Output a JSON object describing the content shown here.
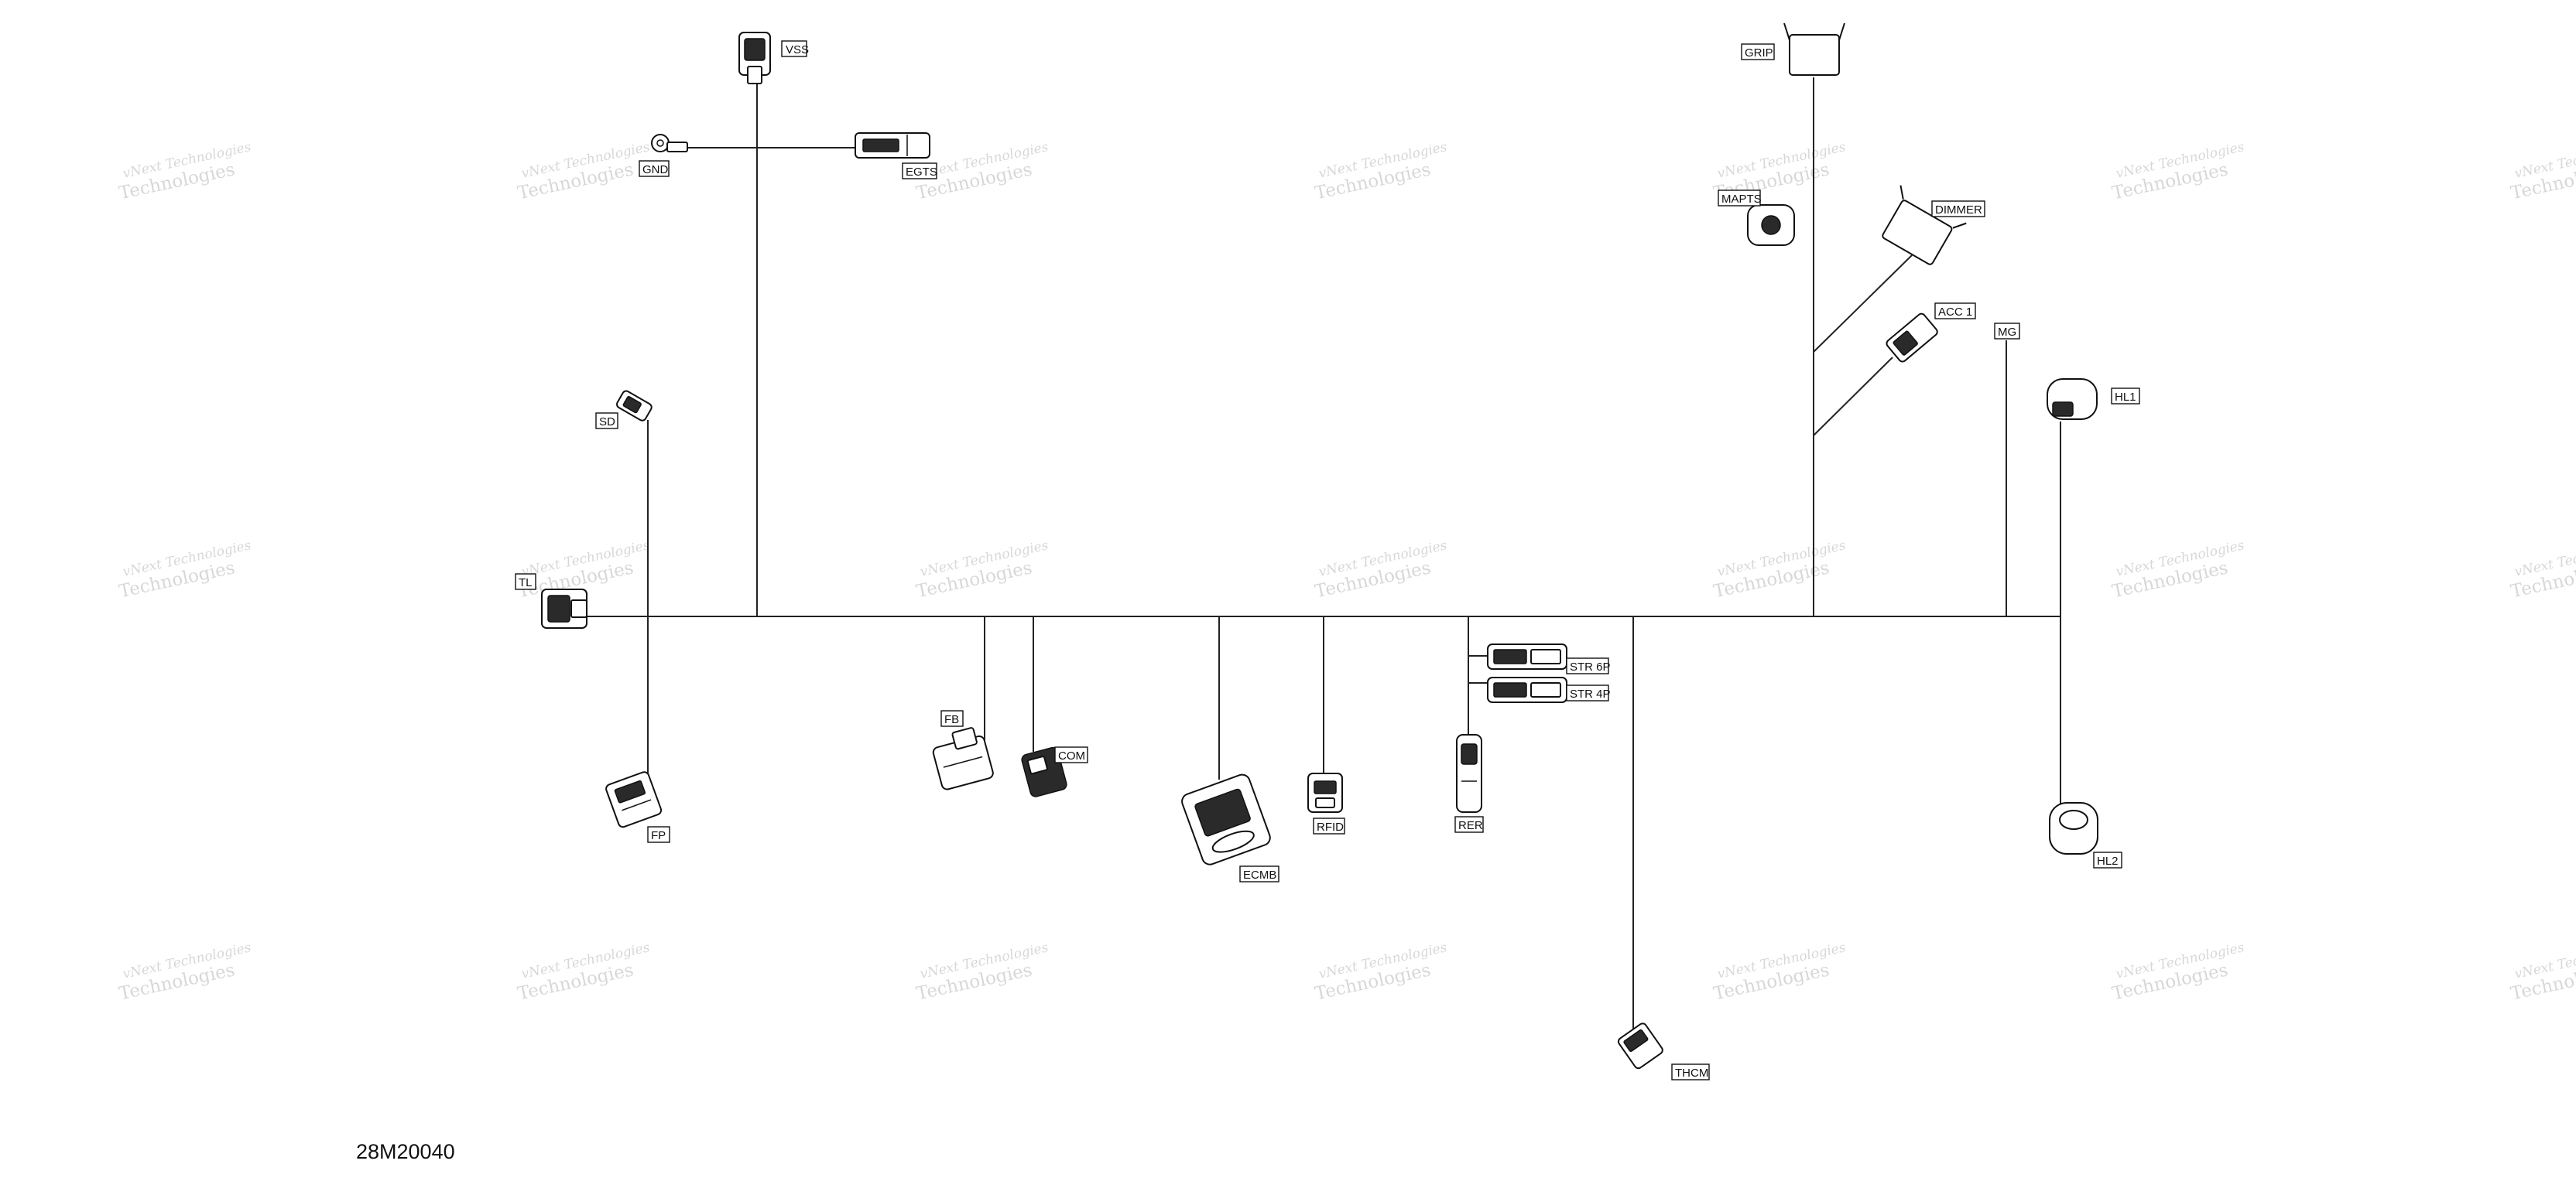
{
  "diagram_id": "28M20040",
  "watermark": {
    "line1": "vNext Technologies",
    "line2": "Technologies"
  },
  "connectors": {
    "VSS": "VSS",
    "GND": "GND",
    "EGTS": "EGTS",
    "SD": "SD",
    "TL": "TL",
    "FP": "FP",
    "FB": "FB",
    "COM": "COM",
    "ECMB": "ECMB",
    "RFID": "RFID",
    "RER": "RER",
    "STR6P": "STR 6P",
    "STR4P": "STR 4P",
    "THCM": "THCM",
    "GRIP": "GRIP",
    "MAPTS": "MAPTS",
    "DIMMER": "DIMMER",
    "ACC1": "ACC 1",
    "MG": "MG",
    "HL1": "HL1",
    "HL2": "HL2"
  }
}
